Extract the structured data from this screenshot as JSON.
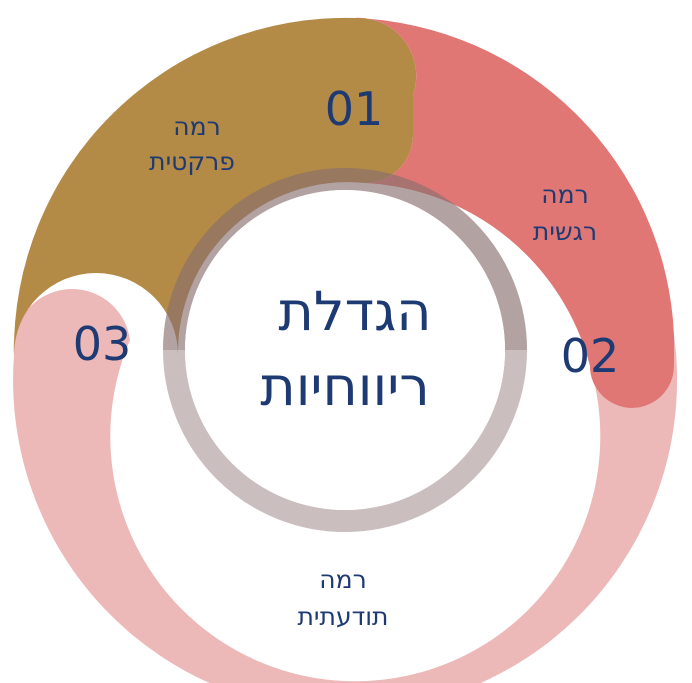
{
  "center": {
    "line1": "הגדלת",
    "line2": "ריווחיות"
  },
  "segments": [
    {
      "number": "01",
      "label_line1": "רמה",
      "label_line2": "פרקטית",
      "color": "#B38A46"
    },
    {
      "number": "02",
      "label_line1": "רמה",
      "label_line2": "רגשית",
      "color": "#E07775"
    },
    {
      "number": "03",
      "label_line1": "רמה",
      "label_line2": "תודעתית",
      "color": "#EDB8B8"
    }
  ],
  "colors": {
    "text": "#1E3A73",
    "shadow": "#8A6F6F",
    "background": "#FFFFFF"
  }
}
